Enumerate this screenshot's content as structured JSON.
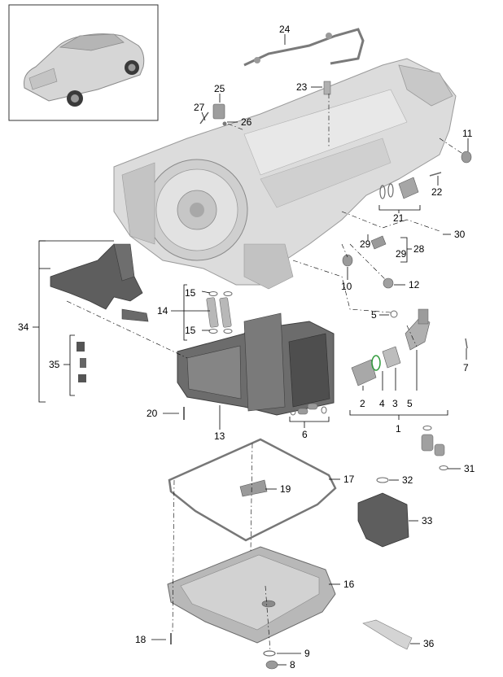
{
  "labels": {
    "l1": "1",
    "l2": "2",
    "l3": "3",
    "l4": "4",
    "l5a": "5",
    "l5b": "5",
    "l6": "6",
    "l7": "7",
    "l8": "8",
    "l9": "9",
    "l10": "10",
    "l11": "11",
    "l12": "12",
    "l13": "13",
    "l14": "14",
    "l15a": "15",
    "l15b": "15",
    "l16": "16",
    "l17": "17",
    "l18": "18",
    "l19": "19",
    "l20": "20",
    "l21": "21",
    "l22": "22",
    "l23": "23",
    "l24": "24",
    "l25": "25",
    "l26": "26",
    "l27": "27",
    "l28": "28",
    "l29a": "29",
    "l29b": "29",
    "l30": "30",
    "l31": "31",
    "l32": "32",
    "l33": "33",
    "l34": "34",
    "l35": "35",
    "l36": "36"
  }
}
